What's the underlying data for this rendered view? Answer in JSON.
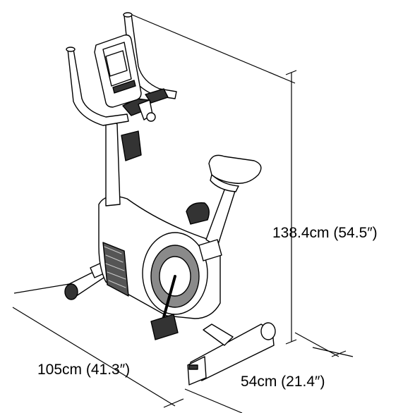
{
  "dimensions": {
    "height_label": "138.4cm (54.5″)",
    "length_label": "105cm (41.3″)",
    "width_label": "54cm (21.4″)"
  },
  "colors": {
    "line": "#000000",
    "frame_fill": "#ffffff",
    "dark_fill": "#333333",
    "mid_fill": "#8a8a8a"
  }
}
